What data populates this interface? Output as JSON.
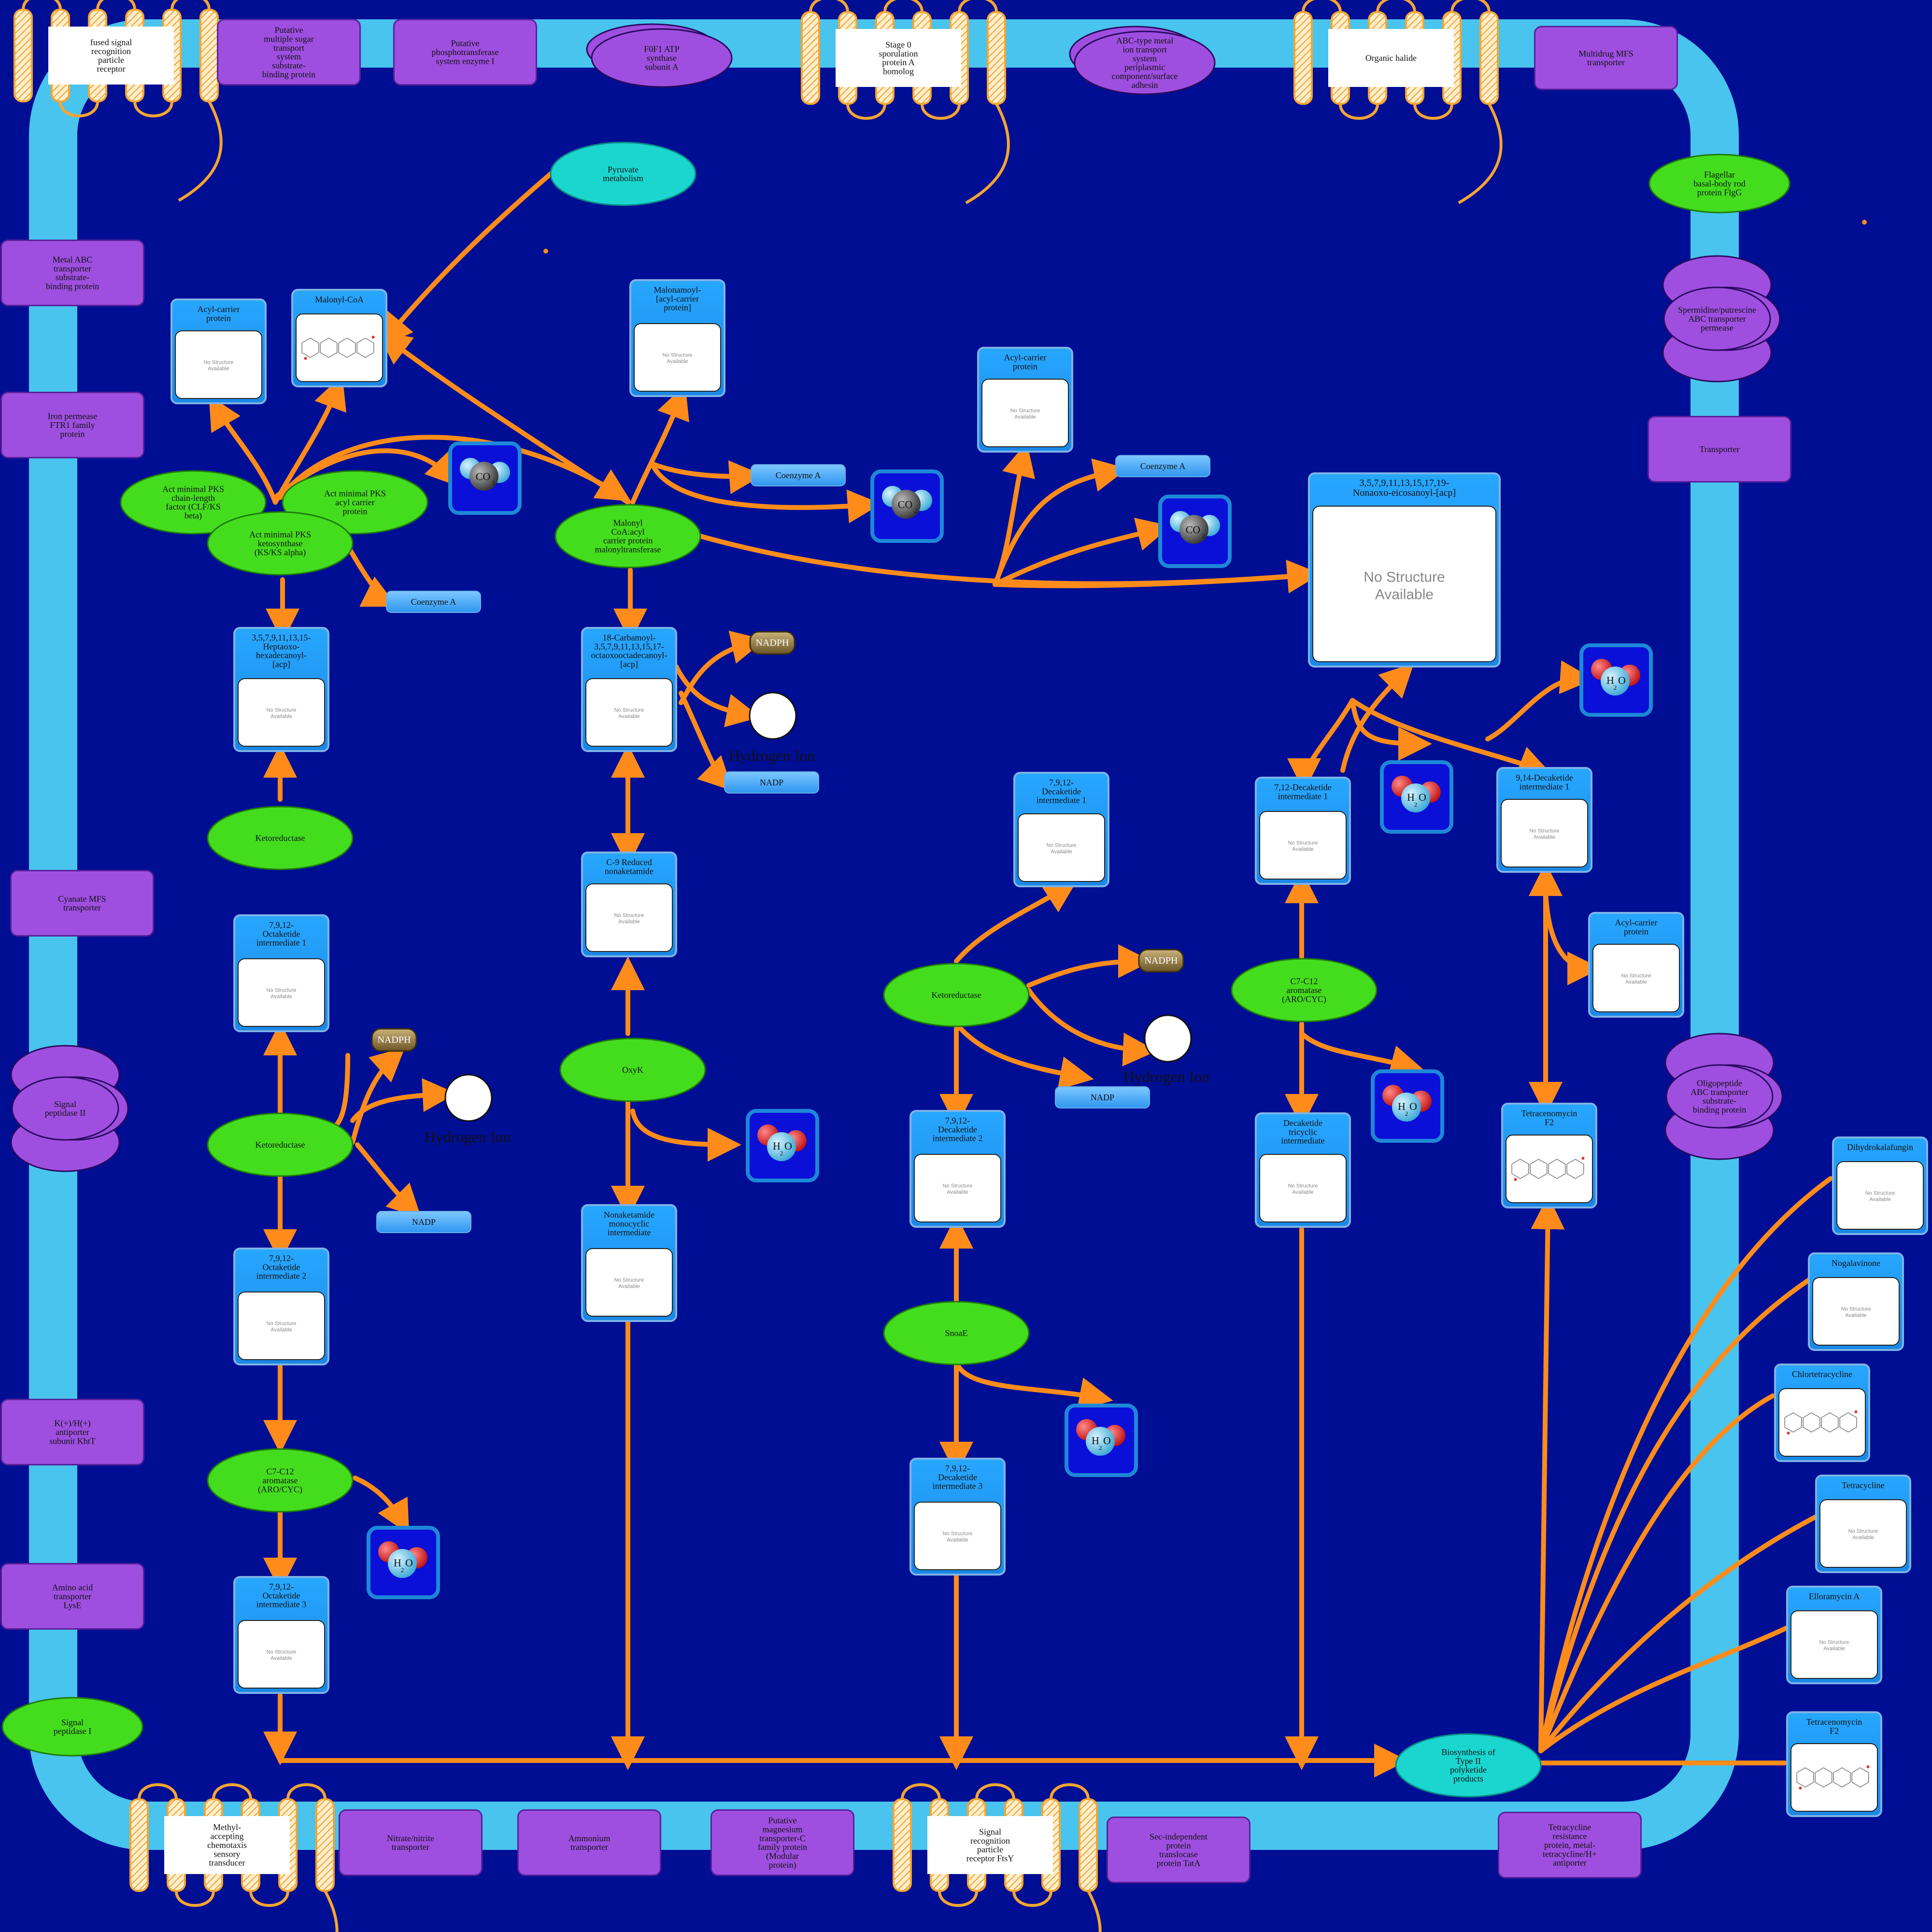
{
  "colors": {
    "background": "#000e94",
    "membrane": "#48c4ee",
    "protein": "#9e4fe0",
    "enzyme": "#44dd1e",
    "pathway": "#1ad6cf",
    "arrow": "#ff8c1a",
    "compound_header": "#1f9bf6",
    "helix": "#f6a531"
  },
  "no_structure_text": [
    "No Structure",
    "Available"
  ],
  "membrane_proteins": [
    [
      "fused signal",
      "recognition",
      "particle",
      "receptor"
    ],
    [
      "Putative",
      "multiple sugar",
      "transport",
      "system",
      "substrate-",
      "binding protein"
    ],
    [
      "Putative",
      "phosphotransferase",
      "system enzyme I"
    ],
    [
      "F0F1 ATP",
      "synthase",
      "subunit A"
    ],
    [
      "Stage 0",
      "sporulation",
      "protein A",
      "homolog"
    ],
    [
      "ABC-type metal",
      "ion transport",
      "system",
      "periplasmic",
      "component/surface",
      "adhesin"
    ],
    [
      "Organic halide"
    ],
    [
      "Multidrug MFS",
      "transporter"
    ],
    [
      "Flagellar",
      "basal-body rod",
      "protein FlgG"
    ],
    [
      "Spermidine/putrescine",
      "ABC transporter",
      "permease"
    ],
    [
      "Transporter"
    ],
    [
      "Oligopeptide",
      "ABC transporter",
      "substrate-",
      "binding protein"
    ],
    [
      "Metal ABC",
      "transporter",
      "substrate-",
      "binding protein"
    ],
    [
      "Iron permease",
      "FTR1 family",
      "protein"
    ],
    [
      "Cyanate MFS",
      "transporter"
    ],
    [
      "Signal",
      "peptidase II"
    ],
    [
      "K(+)/H(+)",
      "antiporter",
      "subunit KhtT"
    ],
    [
      "Amino acid",
      "transporter",
      "LysE"
    ],
    [
      "Signal",
      "peptidase I"
    ],
    [
      "Methyl-",
      "accepting",
      "chemotaxis",
      "sensory",
      "transducer"
    ],
    [
      "Nitrate/nitrite",
      "transporter"
    ],
    [
      "Ammonium",
      "transporter"
    ],
    [
      "Putative",
      "magnesium",
      "transporter-C",
      "family protein",
      "(Modular",
      "protein)"
    ],
    [
      "Signal",
      "recognition",
      "particle",
      "receptor FtsY"
    ],
    [
      "Sec-independent",
      "protein",
      "translocase",
      "protein TatA"
    ],
    [
      "Tetracycline",
      "resistance",
      "protein, metal-",
      "tetracycline/H+",
      "antiporter"
    ]
  ],
  "enzymes": [
    [
      "Act minimal PKS",
      "chain-length",
      "factor (CLF/KS",
      "beta)"
    ],
    [
      "Act minimal PKS",
      "acyl carrier",
      "protein"
    ],
    [
      "Act minimal PKS",
      "ketosynthase",
      "(KS/KS alpha)"
    ],
    [
      "Malonyl",
      "CoA:acyl",
      "carrier protein",
      "malonyltransferase"
    ],
    [
      "Ketoreductase"
    ],
    [
      "Ketoreductase"
    ],
    [
      "C7-C12",
      "aromatase",
      "(ARO/CYC)"
    ],
    [
      "OxyK"
    ],
    [
      "Ketoreductase"
    ],
    [
      "SnoaE"
    ],
    [
      "C7-C12",
      "aromatase",
      "(ARO/CYC)"
    ]
  ],
  "pathways": [
    [
      "Pyruvate",
      "metabolism"
    ],
    [
      "Biosynthesis of",
      "Type II",
      "polyketide",
      "products"
    ]
  ],
  "compounds": [
    [
      "Acyl-carrier",
      "protein"
    ],
    [
      "Malonyl-CoA"
    ],
    [
      "Malonamoyl-",
      "[acyl-carrier",
      "protein]"
    ],
    [
      "Acyl-carrier",
      "protein"
    ],
    [
      "3,5,7,9,11,13,15,17,19-",
      "Nonaoxo-eicosanoyl-[acp]"
    ],
    [
      "3,5,7,9,11,13,15-",
      "Heptaoxo-",
      "hexadecanoyl-",
      "[acp]"
    ],
    [
      "18-Carbamoyl-",
      "3,5,7,9,11,13,15,17-",
      "octaoxooctadecanoyl-",
      "[acp]"
    ],
    [
      "C-9 Reduced",
      "nonaketamide"
    ],
    [
      "7,9,12-",
      "Octaketide",
      "intermediate 1"
    ],
    [
      "7,9,12-",
      "Decaketide",
      "intermediate 1"
    ],
    [
      "7,12-Decaketide",
      "intermediate 1"
    ],
    [
      "9,14-Decaketide",
      "intermediate 1"
    ],
    [
      "Acyl-carrier",
      "protein"
    ],
    [
      "7,9,12-",
      "Octaketide",
      "intermediate 2"
    ],
    [
      "Nonaketamide",
      "monocyclic",
      "intermediate"
    ],
    [
      "7,9,12-",
      "Decaketide",
      "intermediate 2"
    ],
    [
      "Decaketide",
      "tricyclic",
      "intermediate"
    ],
    [
      "Tetracenomycin",
      "F2"
    ],
    [
      "7,9,12-",
      "Octaketide",
      "intermediate 3"
    ],
    [
      "7,9,12-",
      "Decaketide",
      "intermediate 3"
    ],
    [
      "Dihydrokalafungin"
    ],
    [
      "Nogalavinone"
    ],
    [
      "Chlortetracycline"
    ],
    [
      "Tetracycline"
    ],
    [
      "Elloramycin A"
    ],
    [
      "Tetracenomycin",
      "F2"
    ]
  ],
  "small_compounds": [
    "Coenzyme A",
    "Coenzyme A",
    "Coenzyme A",
    "NADP",
    "NADP",
    "NADP"
  ],
  "nadph": [
    "NADPH",
    "NADPH",
    "NADPH"
  ],
  "hydrogen_ion": "Hydrogen Ion",
  "molecule_labels": {
    "co2": "CO",
    "co2_sub": "2",
    "h2o_h": "H",
    "h2o_sub": "2",
    "h2o_o": "O"
  }
}
